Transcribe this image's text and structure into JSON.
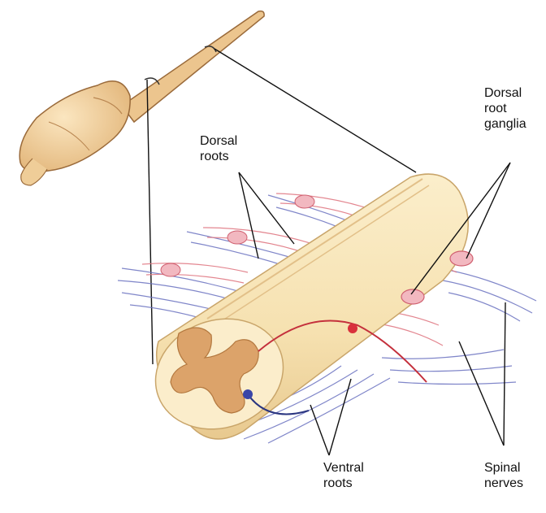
{
  "labels": {
    "dorsal_roots": "Dorsal\nroots",
    "dorsal_root_ganglia": "Dorsal\nroot\nganglia",
    "ventral_roots": "Ventral\nroots",
    "spinal_nerves": "Spinal\nnerves"
  },
  "colors": {
    "cord_fill": "#f6e3b6",
    "cord_dark": "#e9c98f",
    "gray_matter": "#d9a46a",
    "brain": "#efc990",
    "brain_outline": "#9a6a3a",
    "dorsal_red": "#d9505a",
    "dorsal_pink": "#f0b0b6",
    "ventral_blue": "#5a63b8",
    "ventral_light": "#a9b0e0",
    "leader": "#111111"
  }
}
